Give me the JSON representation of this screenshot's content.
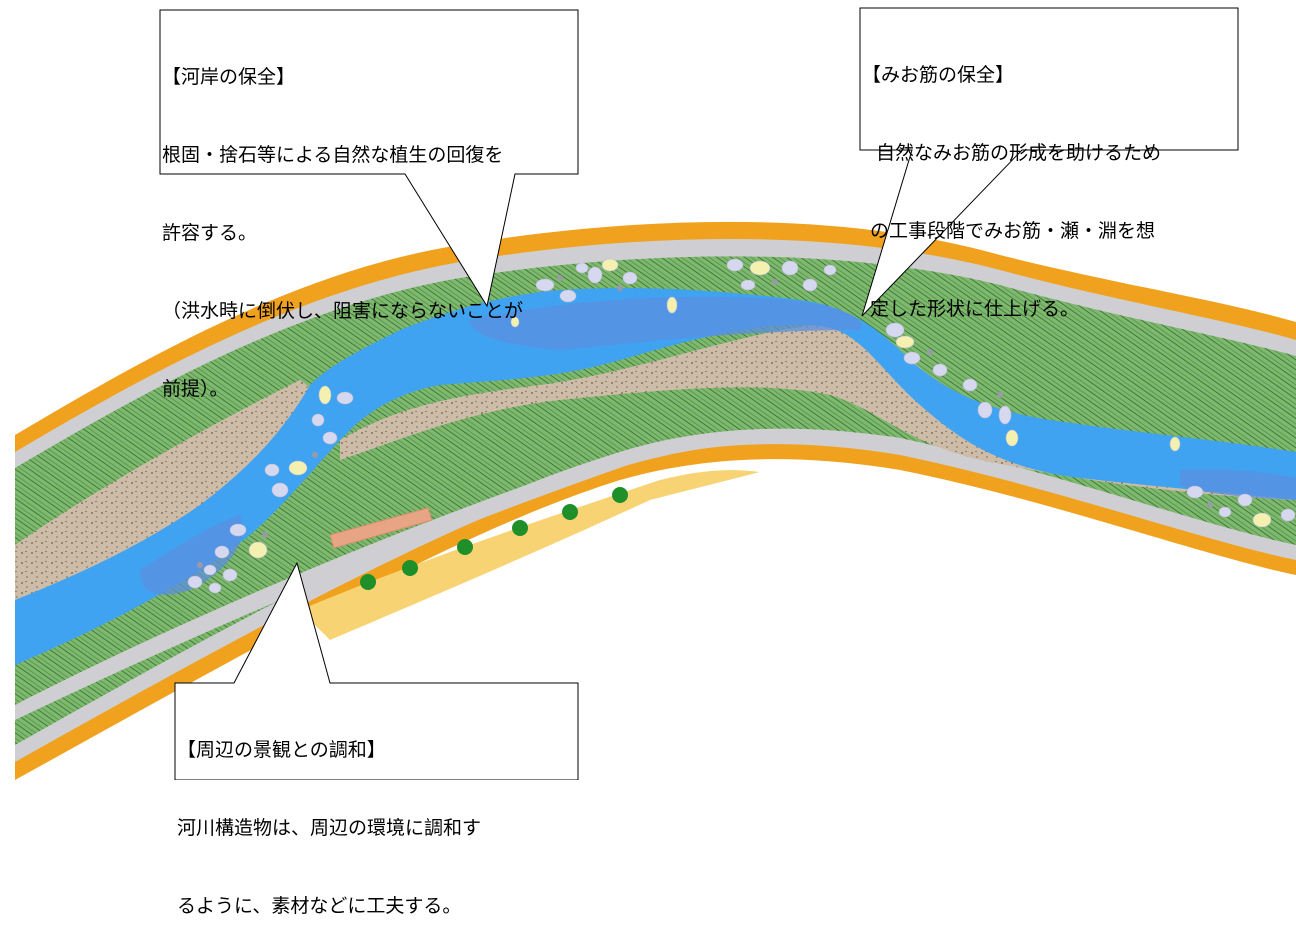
{
  "callouts": {
    "bank": {
      "title": "【河岸の保全】",
      "lines": [
        "根固・捨石等による自然な植生の回復を",
        "許容する。",
        "（洪水時に倒伏し、阻害にならないことが",
        "前提）。"
      ]
    },
    "channel": {
      "title": "【みお筋の保全】",
      "lines": [
        "自然なみお筋の形成を助けるため",
        "の工事段階でみお筋・瀬・淵を想",
        "定した形状に仕上げる。"
      ]
    },
    "landscape": {
      "title": "【周辺の景観との調和】",
      "lines": [
        "河川構造物は、周辺の環境に調和す",
        "るように、素材などに工夫する。"
      ]
    }
  },
  "colors": {
    "embankment": "#f0a21f",
    "levee_top": "#cfcfd3",
    "grass": "#6bab5e",
    "gravel_bar": "#c8b7a3",
    "water": "#3fa3f2",
    "deep_water": "#5b8fe0",
    "tree": "#1f8f2a",
    "rock": "#d6d8ef",
    "rock_yellow": "#f4f1b0",
    "walkway": "#e8a585",
    "berm": "#f7d373"
  }
}
